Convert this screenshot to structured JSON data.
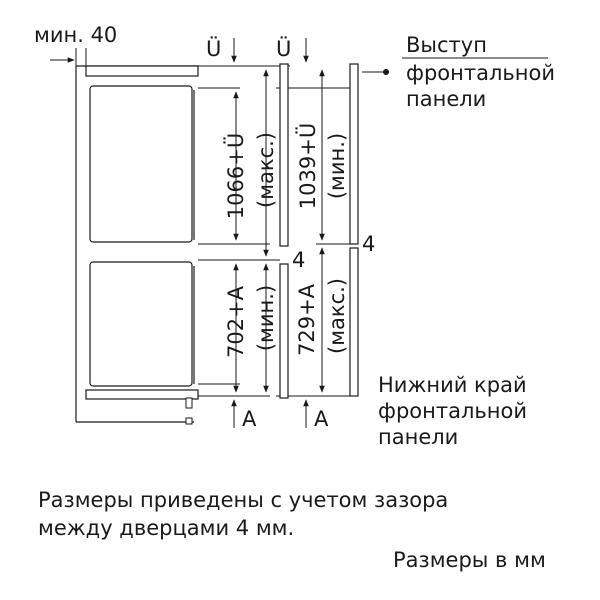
{
  "labels": {
    "min_gap": "мин. 40",
    "u_left": "Ü",
    "u_right": "Ü",
    "panel_overhang": [
      "Выступ",
      "фронтальной",
      "панели"
    ],
    "bottom_edge": [
      "Нижний край",
      "фронтальной",
      "панели"
    ],
    "dim_upper_1": "1066+Ü",
    "dim_upper_1_sub": "(макс.)",
    "dim_upper_2": "1039+Ü",
    "dim_upper_2_sub": "(мин.)",
    "dim_lower_1": "702+A",
    "dim_lower_1_sub": "(мин.)",
    "dim_lower_2": "729+A",
    "dim_lower_2_sub": "(макс.)",
    "gap_left": "4",
    "gap_right": "4",
    "a_left": "A",
    "a_right": "A"
  },
  "footnote": [
    "Размеры приведены с учетом зазора",
    "между дверцами 4 мм."
  ],
  "units_note": "Размеры в мм"
}
